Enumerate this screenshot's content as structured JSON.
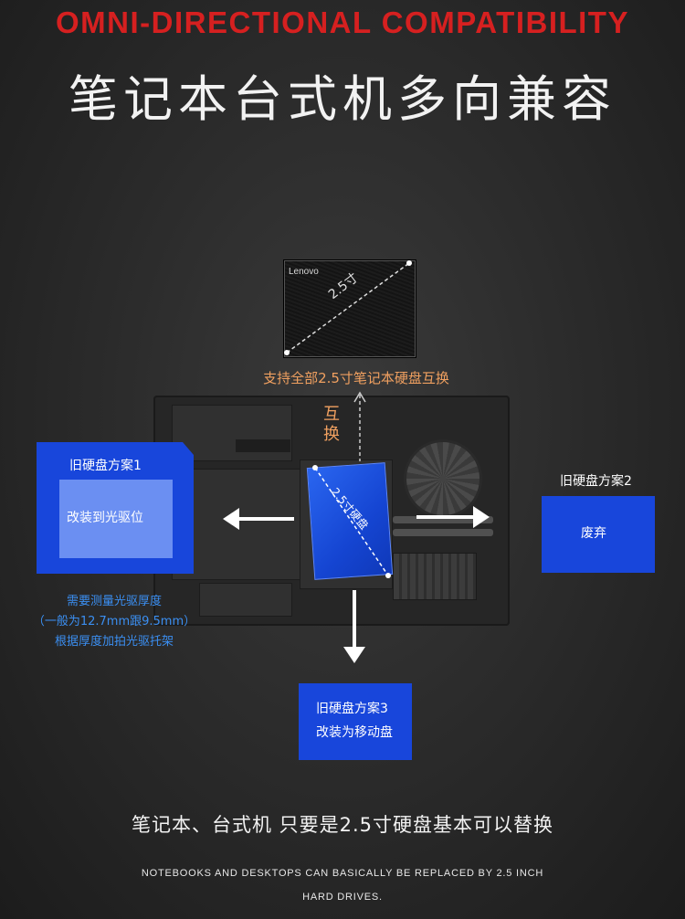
{
  "header": {
    "title_en": "OMNI-DIRECTIONAL COMPATIBILITY",
    "title_cn": "笔记本台式机多向兼容"
  },
  "ssd": {
    "brand": "Lenovo",
    "size_label": "2.5寸",
    "caption": "支持全部2.5寸笔记本硬盘互换"
  },
  "swap": {
    "label": "互换"
  },
  "hdd": {
    "label": "2.5寸硬盘"
  },
  "old_plan_1": {
    "title": "旧硬盘方案1",
    "action": "改装到光驱位",
    "notes": [
      "需要测量光驱厚度",
      "（一般为12.7mm跟9.5mm）",
      "根据厚度加拍光驱托架"
    ]
  },
  "old_plan_2": {
    "title": "旧硬盘方案2",
    "action": "废弃"
  },
  "old_plan_3": {
    "title": "旧硬盘方案3",
    "action": "改装为移动盘"
  },
  "footer": {
    "cn": "笔记本、台式机 只要是2.5寸硬盘基本可以替换",
    "en": "NOTEBOOKS AND DESKTOPS CAN BASICALLY BE REPLACED BY 2.5 INCH HARD DRIVES."
  },
  "colors": {
    "title_red": "#d62020",
    "accent_orange": "#f0a060",
    "plan_blue": "#1846db",
    "note_blue": "#3b8ff2"
  }
}
